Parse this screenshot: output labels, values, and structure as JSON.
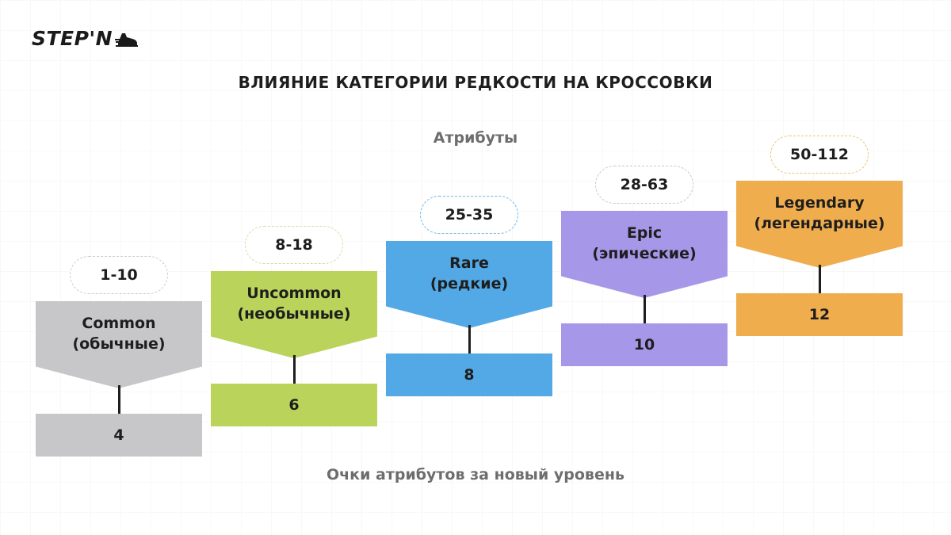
{
  "brand": {
    "logo_text": "STEP'N"
  },
  "title": "ВЛИЯНИЕ КАТЕГОРИИ РЕДКОСТИ НА КРОССОВКИ",
  "subtitle": "Атрибуты",
  "footer": "Очки атрибутов за новый уровень",
  "colors": {
    "common": "#c7c7c9",
    "uncommon": "#b9d35b",
    "rare": "#53a8e6",
    "epic": "#a797e8",
    "legendary": "#f0ad4e"
  },
  "categories": [
    {
      "name": "Common",
      "name_ru": "(обычные)",
      "attribute_range": "1-10",
      "points_per_level": "4",
      "color": "#c7c7c9"
    },
    {
      "name": "Uncommon",
      "name_ru": "(необычные)",
      "attribute_range": "8-18",
      "points_per_level": "6",
      "color": "#b9d35b"
    },
    {
      "name": "Rare",
      "name_ru": "(редкие)",
      "attribute_range": "25-35",
      "points_per_level": "8",
      "color": "#53a8e6"
    },
    {
      "name": "Epic",
      "name_ru": "(эпические)",
      "attribute_range": "28-63",
      "points_per_level": "10",
      "color": "#a797e8"
    },
    {
      "name": "Legendary",
      "name_ru": "(легендарные)",
      "attribute_range": "50-112",
      "points_per_level": "12",
      "color": "#f0ad4e"
    }
  ]
}
